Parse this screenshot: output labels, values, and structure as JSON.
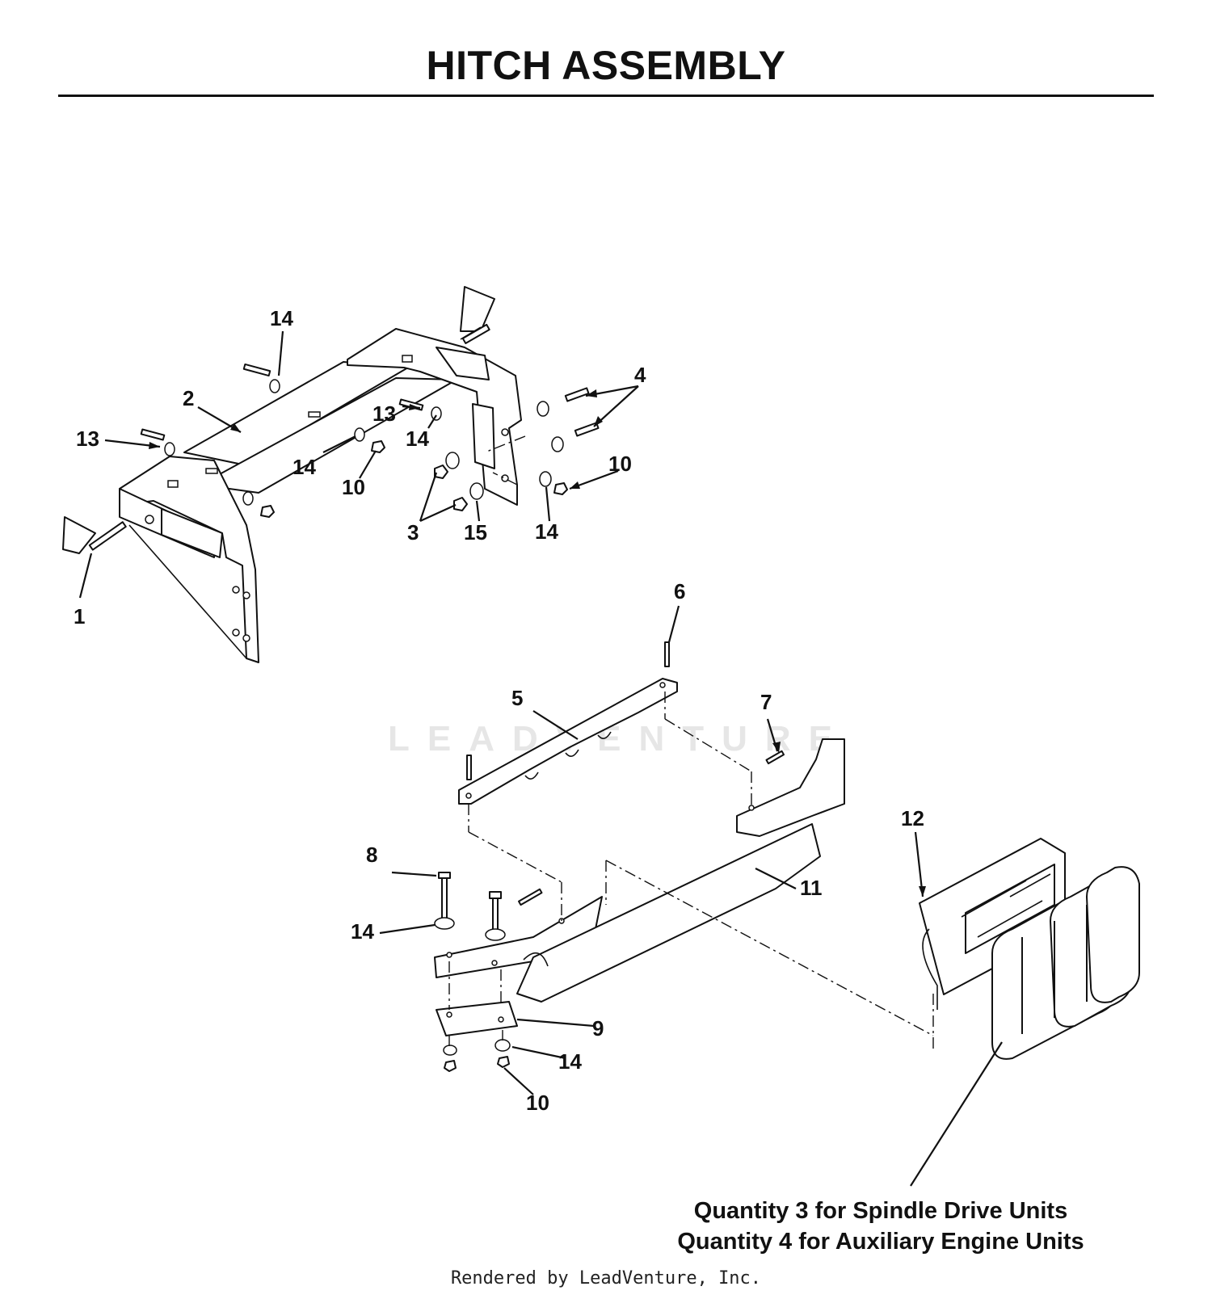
{
  "title": "HITCH ASSEMBLY",
  "watermark": "LEADVENTURE",
  "footer": "Rendered by LeadVenture, Inc.",
  "note_lines": [
    "Quantity 3 for Spindle Drive Units",
    "Quantity 4 for Auxiliary Engine Units"
  ],
  "callouts": {
    "c1": "1",
    "c2": "2",
    "c3": "3",
    "c4": "4",
    "c5": "5",
    "c6": "6",
    "c7": "7",
    "c8": "8",
    "c9": "9",
    "c10a": "10",
    "c10b": "10",
    "c10c": "10",
    "c11": "11",
    "c12": "12",
    "c13a": "13",
    "c13b": "13",
    "c14a": "14",
    "c14b": "14",
    "c14c": "14",
    "c14d": "14",
    "c14e": "14",
    "c14f": "14",
    "c15": "15"
  }
}
